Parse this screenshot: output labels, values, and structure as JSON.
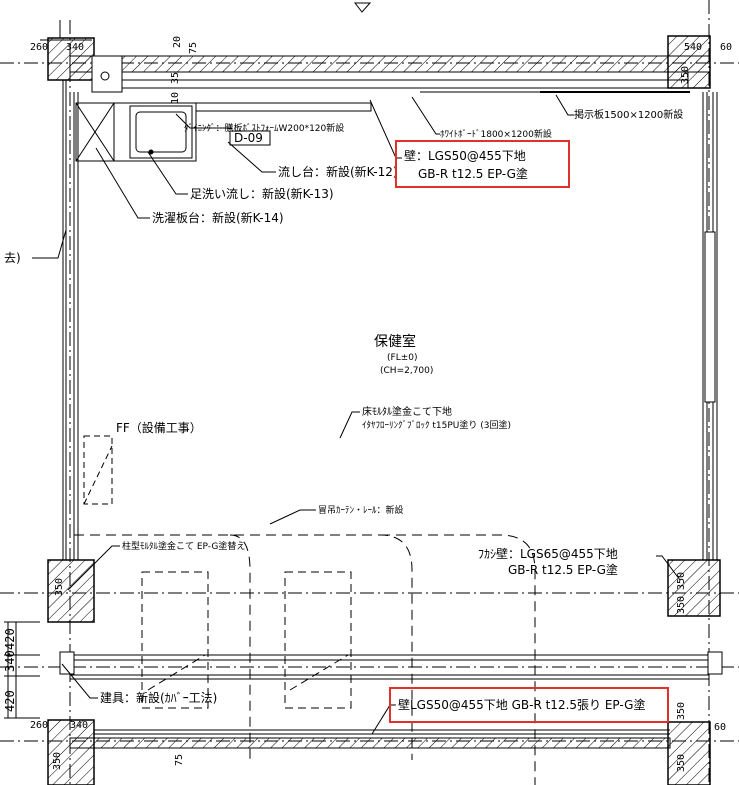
{
  "room": {
    "name": "保健室",
    "fl": "(FL±0)",
    "ch": "(CH=2,700)"
  },
  "dims": {
    "top_left_260": "260",
    "top_left_340": "340",
    "top_20": "20",
    "top_75": "75",
    "top_right_540": "540",
    "top_right_60": "60",
    "side_350_a": "350",
    "col_10": "10",
    "col_35": "35",
    "left_350": "350",
    "left_420_a": "420",
    "left_340": "340",
    "left_420_b": "420",
    "bottom_left_260": "260",
    "bottom_left_340": "340",
    "bottom_75": "75",
    "bottom_350_left": "350",
    "right_350_a": "350",
    "right_350_b": "350",
    "right_350_c": "350",
    "bottom_right_350": "350",
    "bottom_right_60": "60"
  },
  "labels": {
    "dining": "ﾀﾞｲﾆﾝｸﾞ：膳板ﾎﾞｽﾄﾌｫｰﾑW200*120新設",
    "tag": "D-09",
    "whiteboard": "ﾎﾜｲﾄﾎﾞｰﾄﾞ1800×1200新設",
    "notice_board": "掲示板1500×1200新設",
    "sink": "流し台：新設(新K-12)",
    "footwash": "足洗い流し：新設(新K-13)",
    "laundry": "洗濯板台：新設(新K-14)",
    "left_cut": "去)",
    "ff": "FF（設備工事）",
    "floor_1": "床ﾓﾙﾀﾙ塗金こて下地",
    "floor_2": "ｲﾀﾔﾌﾛｰﾘﾝｸﾞﾌﾞﾛｯｸ t15PU塗り (3回塗)",
    "curtain": "冒吊ｶｰﾃﾝ・ﾚｰﾙ：新設",
    "column_finish": "柱型ﾓﾙﾀﾙ塗金こて EP-G塗替え",
    "fukashi_1": "ﾌｶｼ壁：LGS65@455下地",
    "fukashi_2": "GB-R t12.5 EP-G塗",
    "fitting": "建具：新設(ｶﾊﾞｰ工法)"
  },
  "highlights": {
    "wall_top_1": "壁：LGS50@455下地",
    "wall_top_2": "GB-R t12.5 EP-G塗",
    "wall_bottom": "壁LGS50@455下地 GB-R t12.5張り EP-G塗"
  },
  "colors": {
    "line": "#000000",
    "highlight_box": "#e0312d"
  }
}
